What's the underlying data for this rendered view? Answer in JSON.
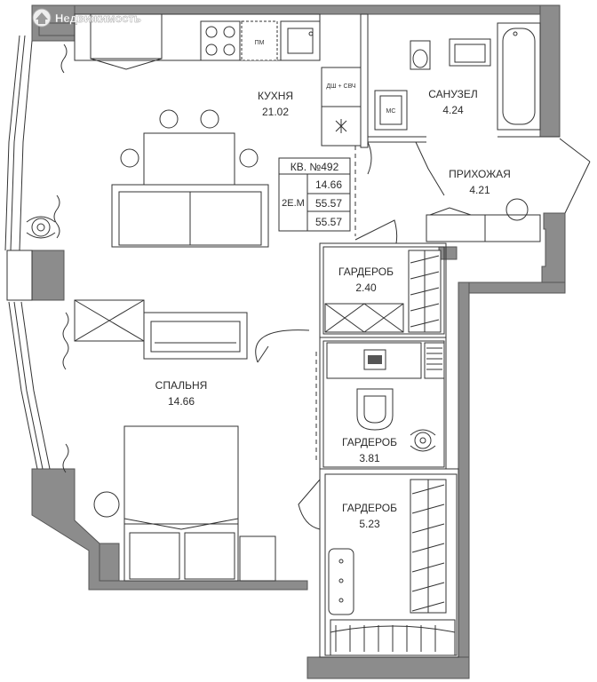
{
  "watermark": {
    "text": "Недвижимость",
    "icon": "house-logo-icon"
  },
  "rooms": {
    "kitchen": {
      "name": "КУХНЯ",
      "area": "21.02"
    },
    "bathroom": {
      "name": "САНУЗЕЛ",
      "area": "4.24"
    },
    "hallway": {
      "name": "ПРИХОЖАЯ",
      "area": "4.21"
    },
    "wardrobe1": {
      "name": "ГАРДЕРОБ",
      "area": "2.40"
    },
    "bedroom": {
      "name": "СПАЛЬНЯ",
      "area": "14.66"
    },
    "wardrobe2": {
      "name": "ГАРДЕРОБ",
      "area": "3.81"
    },
    "wardrobe3": {
      "name": "ГАРДЕРОБ",
      "area": "5.23"
    }
  },
  "fixtures": {
    "dishwasher": "ПМ",
    "shower_microwave": "ДШ + СВЧ",
    "washing_machine": "МС"
  },
  "apartment_table": {
    "title": "КВ. №492",
    "row_label": "2Е.М",
    "values": [
      "14.66",
      "55.57",
      "55.57"
    ]
  }
}
